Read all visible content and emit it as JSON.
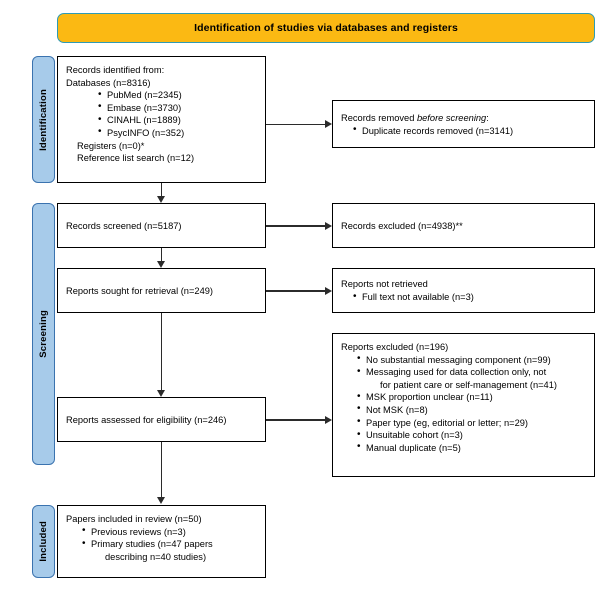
{
  "diagram": {
    "type": "PRISMA flow diagram",
    "banner": {
      "label": "Identification of studies via databases and registers",
      "fill_color": "#FBB913",
      "border_color": "#2E9BB5"
    },
    "stage_label_colors": {
      "fill": "#A7CBEA",
      "border": "#3B73AF"
    },
    "stages": [
      {
        "id": "identification",
        "label": "Identification"
      },
      {
        "id": "screening",
        "label": "Screening"
      },
      {
        "id": "included",
        "label": "Included"
      }
    ],
    "boxes": {
      "records_identified": {
        "line1": "Records identified from:",
        "line2": "Databases (n=8316)",
        "databases": [
          "PubMed (n=2345)",
          "Embase (n=3730)",
          "CINAHL (n=1889)",
          "PsycINFO (n=352)"
        ],
        "line3": "Registers (n=0)*",
        "line4": "Reference list search (n=12)"
      },
      "records_removed": {
        "title_a": "Records removed ",
        "title_italic": "before screening",
        "title_b": ":",
        "items": [
          "Duplicate records removed (n=3141)"
        ]
      },
      "records_screened": {
        "title": "Records screened (n=5187)"
      },
      "records_excluded": {
        "title": "Records excluded (n=4938)**"
      },
      "reports_sought": {
        "title": "Reports sought for retrieval (n=249)"
      },
      "reports_not_retrieved": {
        "title": "Reports not retrieved",
        "items": [
          "Full text not available (n=3)"
        ]
      },
      "reports_assessed": {
        "title": "Reports assessed for eligibility (n=246)"
      },
      "reports_excluded": {
        "title": "Reports excluded (n=196)",
        "items": [
          {
            "text": "No substantial messaging component (n=99)",
            "cont": ""
          },
          {
            "text": "Messaging used for data collection only, not",
            "cont": "for patient care or self-management (n=41)"
          },
          {
            "text": "MSK proportion unclear (n=11)",
            "cont": ""
          },
          {
            "text": "Not MSK (n=8)",
            "cont": ""
          },
          {
            "text": "Paper type (eg, editorial or letter; n=29)",
            "cont": ""
          },
          {
            "text": "Unsuitable cohort (n=3)",
            "cont": ""
          },
          {
            "text": "Manual duplicate (n=5)",
            "cont": ""
          }
        ]
      },
      "papers_included": {
        "title": "Papers included in review (n=50)",
        "items": [
          {
            "text": "Previous reviews (n=3)",
            "cont": ""
          },
          {
            "text": "Primary studies (n=47 papers",
            "cont": "describing n=40 studies)"
          }
        ]
      }
    }
  }
}
